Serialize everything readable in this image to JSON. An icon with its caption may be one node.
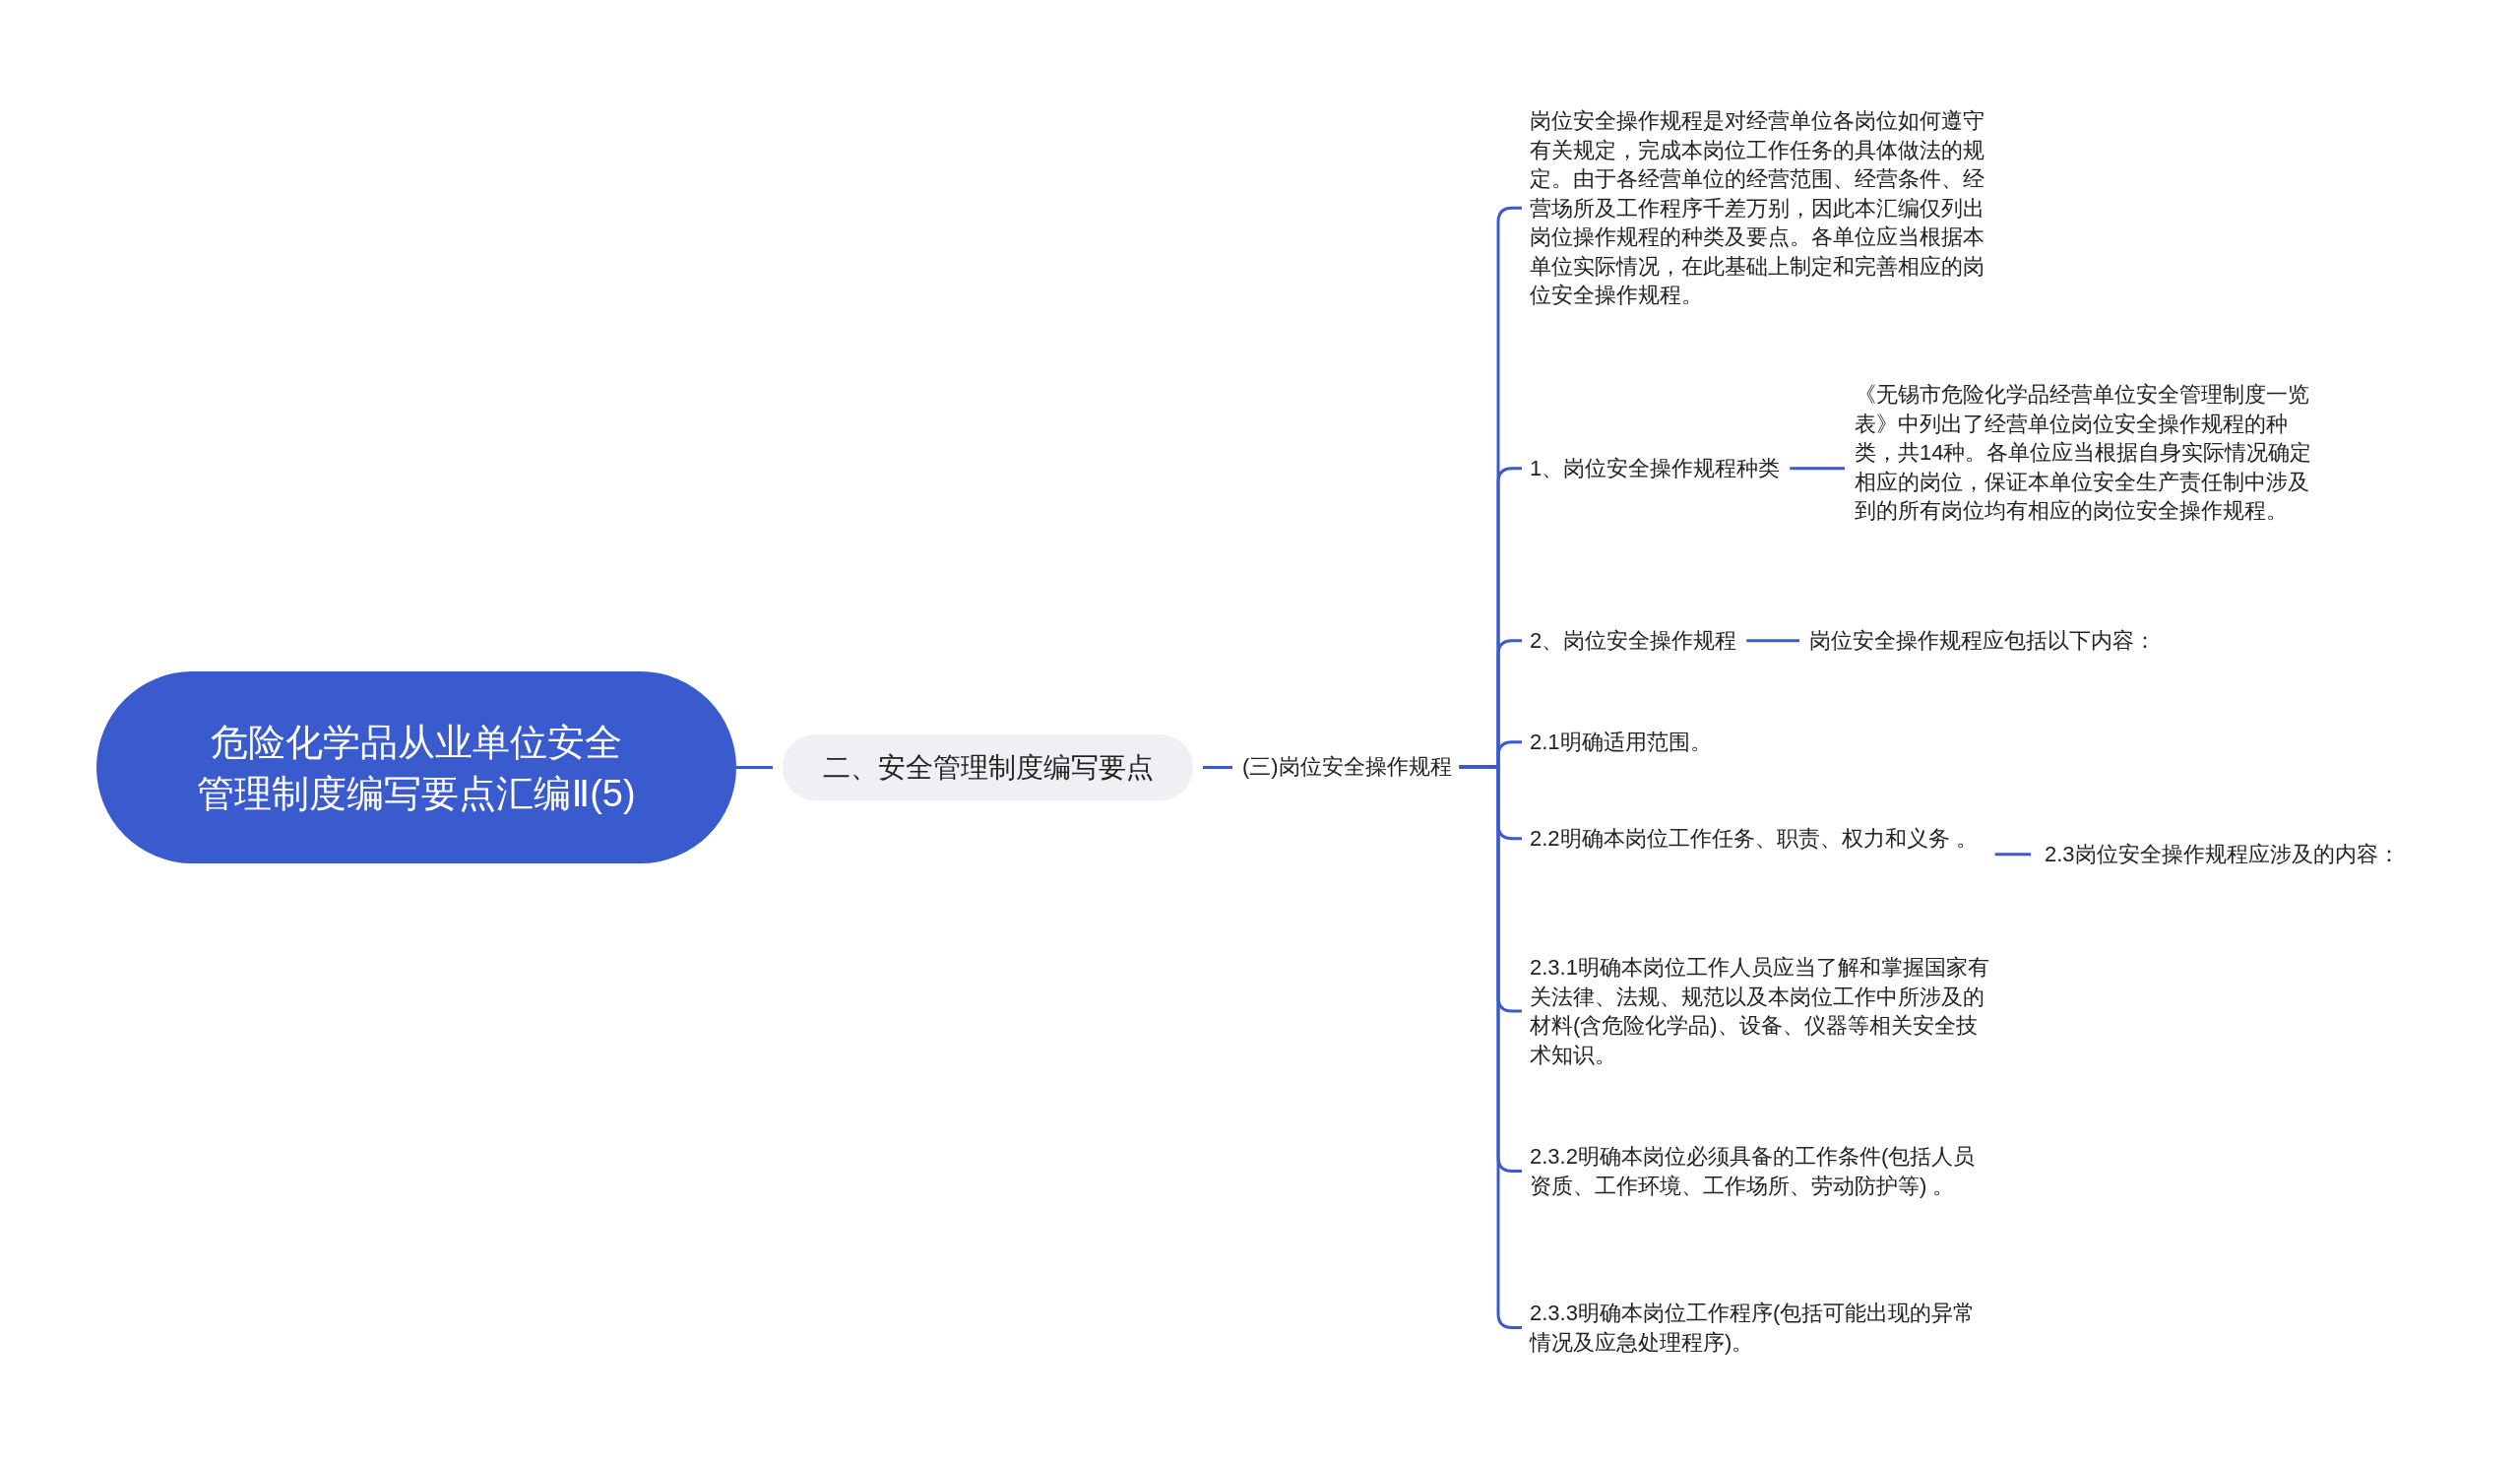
{
  "diagram": {
    "nodes": [
      {
        "text": [
          "危险化学品从业单位安全管理制度编写要点汇编Ⅱ(5)"
        ]
      },
      {
        "text": [
          "二、安全管理制度编写要点"
        ]
      },
      {
        "text": [
          "(三)岗位安全操作规程"
        ]
      },
      {
        "text": [
          "岗位安全操作规程是对经营单位各岗位如何遵守有关规定，完成本岗位工作任务的具体做法的规定。由于各经营单位的经营范围、经营条件、经营场所及工作程序千差万别，因此本汇编仅列出岗位操作规程的种类及要点。各单位应当根据本单位实际情况，在此基础上制定和完善相应的岗位安全操作规程。"
        ]
      },
      {
        "text": [
          "1、岗位安全操作规程种类"
        ]
      },
      {
        "text": [
          "《无锡市危险化学品经营单位安全管理制度一览表》中列出了经营单位岗位安全操作规程的种类，共14种。各单位应当根据自身实际情况确定相应的岗位，保证本单位安全生产责任制中涉及到的所有岗位均有相应的岗位安全操作规程。"
        ]
      },
      {
        "text": [
          "2、岗位安全操作规程"
        ]
      },
      {
        "text": [
          "岗位安全操作规程应包括以下内容："
        ]
      },
      {
        "text": [
          "2.1明确适用范围。"
        ]
      },
      {
        "text": [
          "2.2明确本岗位工作任务、职责、权力和义务 。"
        ]
      },
      {
        "text": [
          "2.3岗位安全操作规程应涉及的内容："
        ]
      },
      {
        "text": [
          "2.3.1明确本岗位工作人员应当了解和掌握国家有关法律、法规、规范以及本岗位工作中所涉及的材料(含危险化学品)、设备、仪器等相关安全技术知识。"
        ]
      },
      {
        "text": [
          "2.3.2明确本岗位必须具备的工作条件(包括人员资质、工作环境、工作场所、劳动防护等) 。"
        ]
      },
      {
        "text": [
          "2.3.3明确本岗位工作程序(包括可能出现的异常情况及应急处理程序)。"
        ]
      }
    ],
    "edges": [
      {
        "from": 0,
        "to": 1,
        "arrow": "none"
      },
      {
        "from": 1,
        "to": 2,
        "arrow": "none"
      },
      {
        "from": 2,
        "to": 3,
        "arrow": "none"
      },
      {
        "from": 2,
        "to": 4,
        "arrow": "none"
      },
      {
        "from": 4,
        "to": 5,
        "arrow": "none"
      },
      {
        "from": 2,
        "to": 6,
        "arrow": "none"
      },
      {
        "from": 6,
        "to": 7,
        "arrow": "none"
      },
      {
        "from": 2,
        "to": 8,
        "arrow": "none"
      },
      {
        "from": 2,
        "to": 9,
        "arrow": "none"
      },
      {
        "from": 9,
        "to": 10,
        "arrow": "none"
      },
      {
        "from": 2,
        "to": 11,
        "arrow": "none"
      },
      {
        "from": 2,
        "to": 12,
        "arrow": "none"
      },
      {
        "from": 2,
        "to": 13,
        "arrow": "none"
      }
    ]
  }
}
